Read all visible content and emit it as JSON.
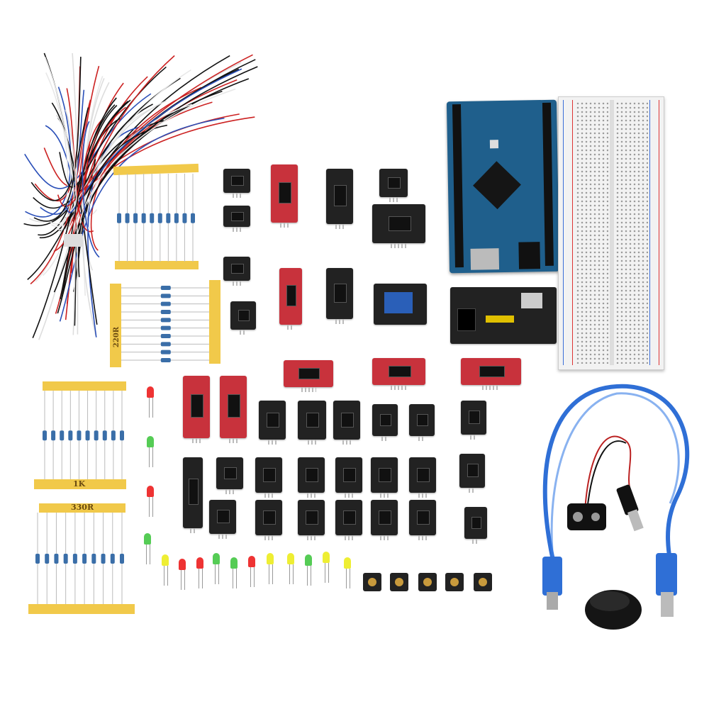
{
  "resistor_tapes": [
    {
      "label": ""
    },
    {
      "label": "220R"
    },
    {
      "label": "1K"
    },
    {
      "label": "330R"
    }
  ],
  "colors": {
    "tape": "#f1c94a",
    "arduino_board": "#1f5f8c",
    "breadboard": "#f2f2f2",
    "usb_cable": "#2f6fd6",
    "module_red": "#c8323c",
    "module_black": "#222222"
  }
}
